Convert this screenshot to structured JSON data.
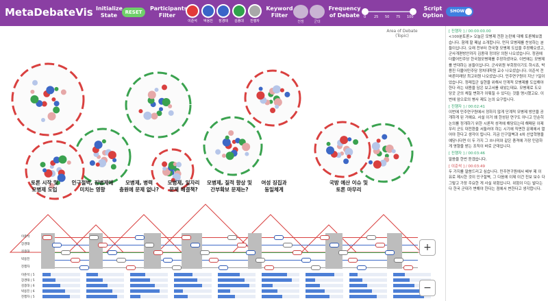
{
  "app": {
    "title": "MetaDebateVis"
  },
  "header": {
    "initialize_label": "Initialize\nState",
    "reset_label": "RESET",
    "participants_label": "Participants\nFilter",
    "participants": [
      {
        "name": "이준석",
        "color": "#e23a3a"
      },
      {
        "name": "박용진",
        "color": "#3a64c8"
      },
      {
        "name": "장경태",
        "color": "#3a64c8"
      },
      {
        "name": "김종대",
        "color": "#2fa24b"
      },
      {
        "name": "진행자",
        "color": "#a8a8a8"
      }
    ],
    "keyword_label": "Keyword\nFilter",
    "keywords": [
      "전쟁",
      "군대"
    ],
    "frequency_label": "Frequency\nof Debate",
    "frequency_ticks": [
      "0",
      "25",
      "50",
      "75",
      "100"
    ],
    "script_label": "Script\nOption",
    "show_label": "SHOW"
  },
  "legend": {
    "area_label": "Area of Debate\n(Topic)"
  },
  "topics": [
    "토론 시작 및\n모병제 도입",
    "인구절벽, 징병제에\n미치는 영향",
    "모병제, 병력\n충원에 문제 없나?",
    "모병제, 일자리\n문제 해결책?",
    "모병제, 질적 향상 및\n간부확보 문제는?",
    "여성 징집과\n동일체계",
    "국방 예산 이슈 및\n토론 마무리"
  ],
  "timeline_rows": [
    "이준석",
    "장경태",
    "김종대",
    "박용진",
    "진행자"
  ],
  "stat_rows": [
    "이준석 | 5",
    "장경태 | 5",
    "김종대 | 6",
    "박용진 | 6",
    "진행자 | 5"
  ],
  "zoom": {
    "in": "+",
    "out": "−"
  },
  "script": [
    {
      "speaker": "[ 진행자 ] / 00:00:00.00",
      "color": "green",
      "text": "<100분토론> 오늘은 모병제 전환 논란에 대해 토론해보겠습니다. 함께 할 패널 소개합니다. 먼저 모병제를 찬성하는 분들이십니다. 오래 전부터 한국형 모병제 도입을 주장해오셨고, 군사개편방안까지 김종대 정의당 의원 나오셨습니다. 정권에 더불어민주당 한국형모병제를 주장하셨어요. 이번에는 모병제를 반대하는 분들이십니다. 군사위원 부회장이기도 하시죠, 박용진 더불어민주당 정치대학원 교수 나오셨습니다. 이준석 전 바른미래당 최고위원 나오셨습니다. 민주연구원이 지난 7일이었습니다. 정례집군 실현을 위해서 단계적 모병제를 도입해야 한다 라는 내용을 담은 보고서를 내놨는데요. 모병제로 도오 당곳 군의 체질 변화가 이뤄질 수 있다는 것을 명시했고요. 이번에 앞으로의 병사 제도 논의 요구됩니다."
    },
    {
      "speaker": "[ 진행자 ] / 00:02:41",
      "color": "green",
      "text": "이번에 민주연구원에서 정하지 않게 단계적 모병제 방안을 공개하게 된 거예요. 서설 이거 왜 한성된 연구도 아니고 단순히 논의를 정개하기 위한 시론적 성격에 해당되는데 해매된 이제 우리 군도 대전환을 서둘러야 하는 시기에 직면한 문제에서 열어야 한다고 생각이 됩니다. 지금 인구절벽과 4차 산업혁명을 예당니다면 이 두 가지 그 쓰나미와 같은 충격에 가장 민감하게 영향을 받는 조직이 바로 군대입니다."
    },
    {
      "speaker": "[ 진행자 ] / 00:03:46",
      "color": "green",
      "text": "말씀을 한번 듣겠습니다."
    },
    {
      "speaker": "[ 이준석 ] / 00:03:49",
      "color": "red",
      "text": "두 가지를 말씀드리고 싶습니다. 민주연구원에서 배부 제 이 유로 제시한 것이 인구절벽, 그 다음에 이제 이건 진보 보수 다 그렇고 가장 주요한 게 사실 위험입니다. 위험이 더는 발다는 다 한국 군대가 변해야 한다는 점에서 변한다고 생각합니다."
    }
  ]
}
